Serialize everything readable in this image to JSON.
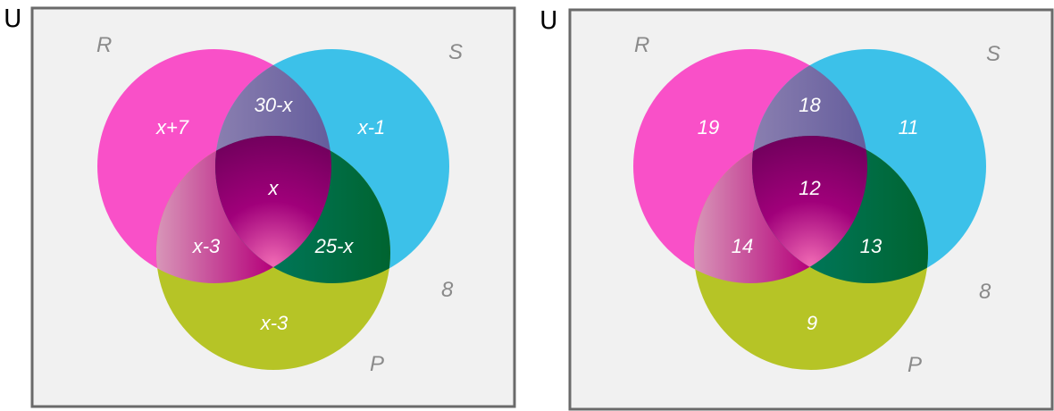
{
  "colors": {
    "R": "#f950c8",
    "S": "#3cc1e9",
    "P": "#b6c426",
    "background": "#f1f1f1",
    "border": "#6a6a6a"
  },
  "diagrams": [
    {
      "universe_label": "U",
      "set_labels": {
        "R": "R",
        "S": "S",
        "P": "P"
      },
      "regions": {
        "R_only": "x+7",
        "S_only": "x-1",
        "P_only": "x-3",
        "R_and_S": "30-x",
        "R_and_P": "x-3",
        "S_and_P": "25-x",
        "R_S_P": "x",
        "outside": "8"
      }
    },
    {
      "universe_label": "U",
      "set_labels": {
        "R": "R",
        "S": "S",
        "P": "P"
      },
      "regions": {
        "R_only": "19",
        "S_only": "11",
        "P_only": "9",
        "R_and_S": "18",
        "R_and_P": "14",
        "S_and_P": "13",
        "R_S_P": "12",
        "outside": "8"
      }
    }
  ]
}
